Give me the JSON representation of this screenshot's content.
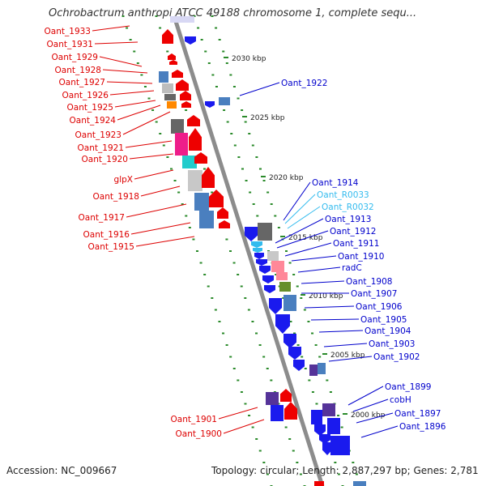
{
  "header": {
    "title": "Ochrobactrum anthropi ATCC 49188 chromosome 1, complete sequ..."
  },
  "footer": {
    "accession": "Accession: NC_009667",
    "topology": "Topology: circular; Length: 2,887,297 bp; Genes: 2,781"
  },
  "colors": {
    "left_labels": "#dd0000",
    "right_labels": "#0000cc",
    "rna_labels": "#33bbee",
    "backbone": "#8c8c8c",
    "tick_dots": "#2a8a2a"
  },
  "ticks": [
    "2030 kbp",
    "2025 kbp",
    "2020 kbp",
    "2015 kbp",
    "2010 kbp",
    "2005 kbp",
    "2000 kbp"
  ],
  "left_genes": [
    "Oant_1933",
    "Oant_1931",
    "Oant_1929",
    "Oant_1928",
    "Oant_1927",
    "Oant_1926",
    "Oant_1925",
    "Oant_1924",
    "Oant_1923",
    "Oant_1921",
    "Oant_1920",
    "glpX",
    "Oant_1918",
    "Oant_1917",
    "Oant_1916",
    "Oant_1915",
    "Oant_1901",
    "Oant_1900"
  ],
  "right_genes": [
    "Oant_1922",
    "Oant_1914",
    "Oant_R0033",
    "Oant_R0032",
    "Oant_1913",
    "Oant_1912",
    "Oant_1911",
    "Oant_1910",
    "radC",
    "Oant_1908",
    "Oant_1907",
    "Oant_1906",
    "Oant_1905",
    "Oant_1904",
    "Oant_1903",
    "Oant_1902",
    "Oant_1899",
    "cobH",
    "Oant_1897",
    "Oant_1896"
  ]
}
